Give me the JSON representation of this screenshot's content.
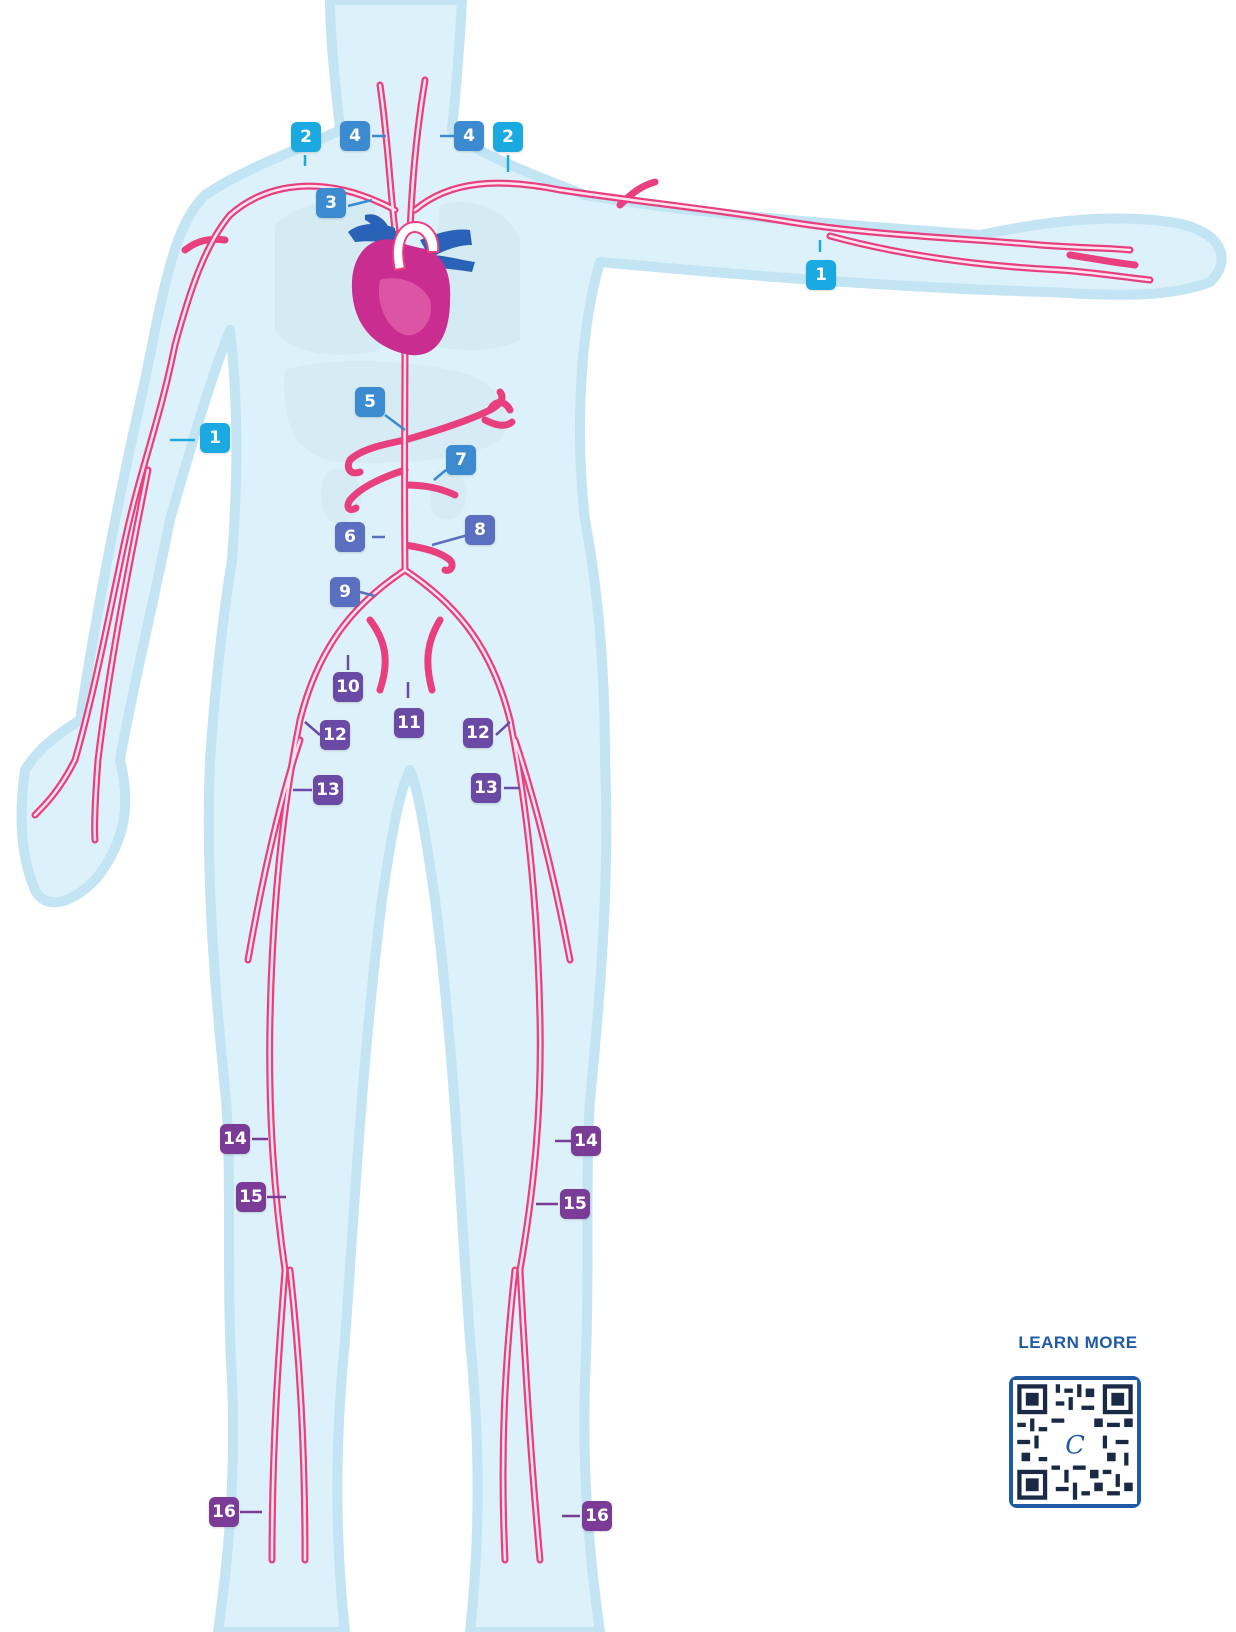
{
  "colors": {
    "body_fill": "#dcf1f9",
    "body_edge": "#c2e4f3",
    "artery": "#e8407f",
    "heart": "#c92d8f",
    "vein": "#2a62b8",
    "label_cyan": "#1aa9e0",
    "label_blue": "#3c8bd0",
    "label_indigo": "#5a6fbf",
    "label_purple": "#6b4aa6",
    "label_violet": "#7a3c96",
    "qr_frame": "#1f5aa6"
  },
  "labels": [
    "1",
    "1",
    "2",
    "2",
    "3",
    "4",
    "4",
    "5",
    "6",
    "7",
    "8",
    "9",
    "10",
    "11",
    "12",
    "12",
    "13",
    "13",
    "14",
    "14",
    "15",
    "15",
    "16",
    "16"
  ],
  "learn_more": {
    "heading": "LEARN MORE",
    "qr_logo_letter": "C"
  }
}
